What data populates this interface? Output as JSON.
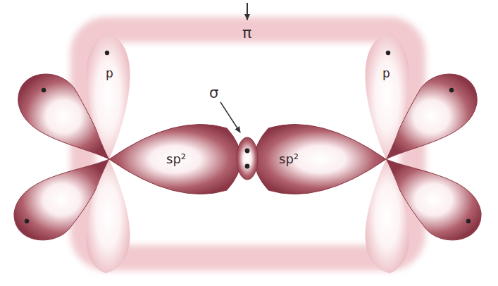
{
  "diagram": {
    "labels": [
      "π",
      "p",
      "p",
      "σ",
      "sp²",
      "sp²"
    ]
  }
}
